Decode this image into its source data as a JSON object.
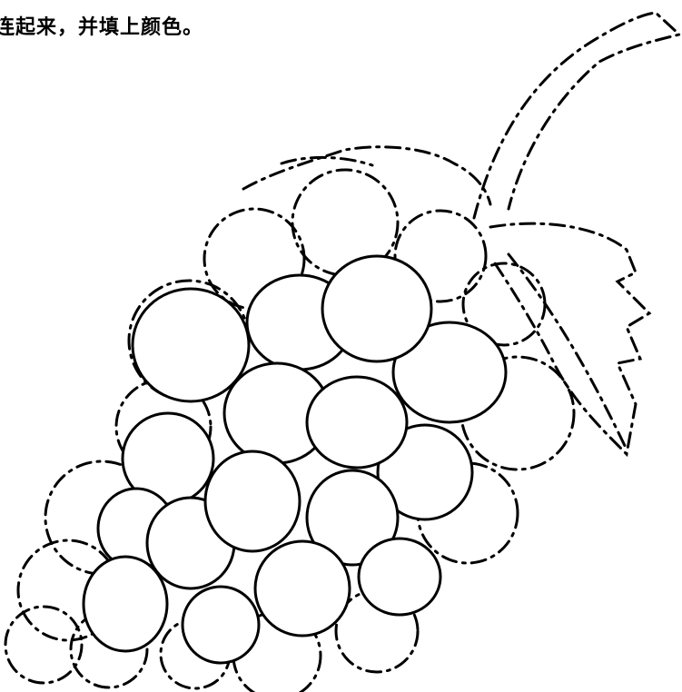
{
  "worksheet": {
    "instruction": "连起来，并填上颜色。",
    "line_color": "#000000",
    "background_color": "#ffffff"
  },
  "illustration": {
    "subject": "grape-bunch-icon",
    "solid_grapes_count": 16,
    "dashed_grapes_count": 15
  }
}
